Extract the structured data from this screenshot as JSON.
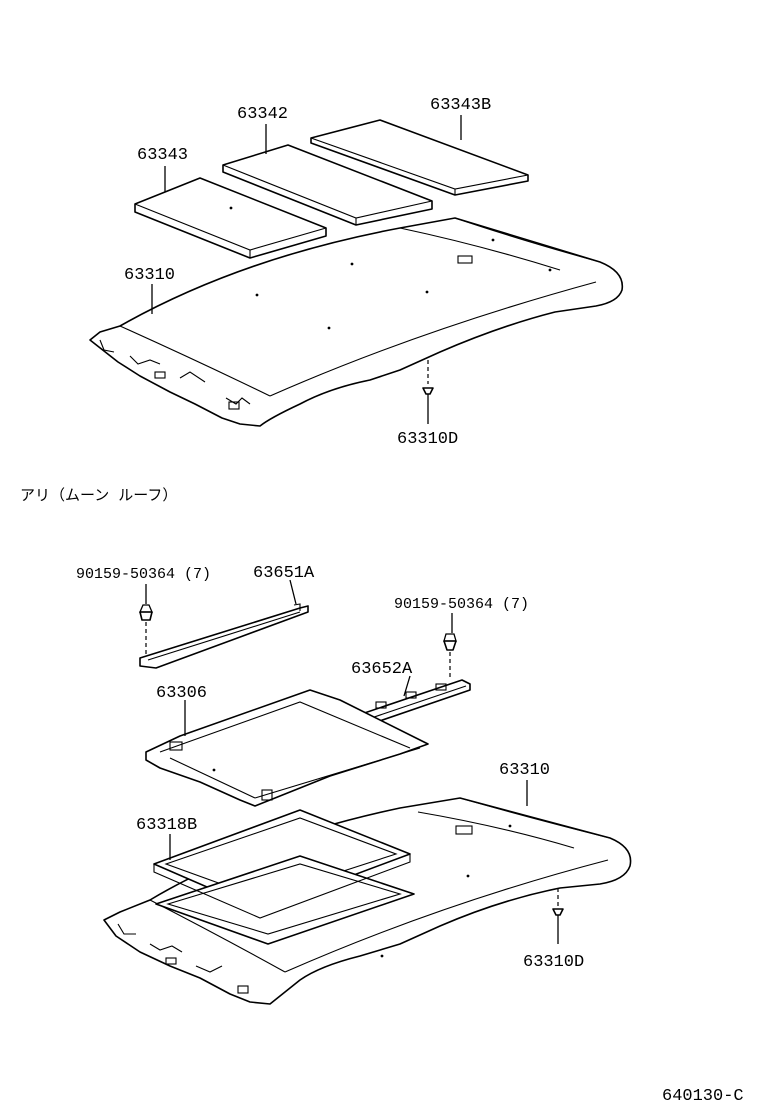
{
  "upper_group": {
    "labels": {
      "pad_left": "63343",
      "pad_middle": "63342",
      "pad_right": "63343B",
      "headliner": "63310",
      "clip": "63310D"
    }
  },
  "lower_group": {
    "section_title": "アリ（ムーン ルーフ）",
    "labels": {
      "screw_left": "90159-50364 (7)",
      "front_retainer": "63651A",
      "screw_right": "90159-50364 (7)",
      "rear_retainer": "63652A",
      "sunshade_frame": "63306",
      "headliner": "63310",
      "trim_seal": "63318B",
      "clip": "63310D"
    }
  },
  "figure_code": "640130-C"
}
